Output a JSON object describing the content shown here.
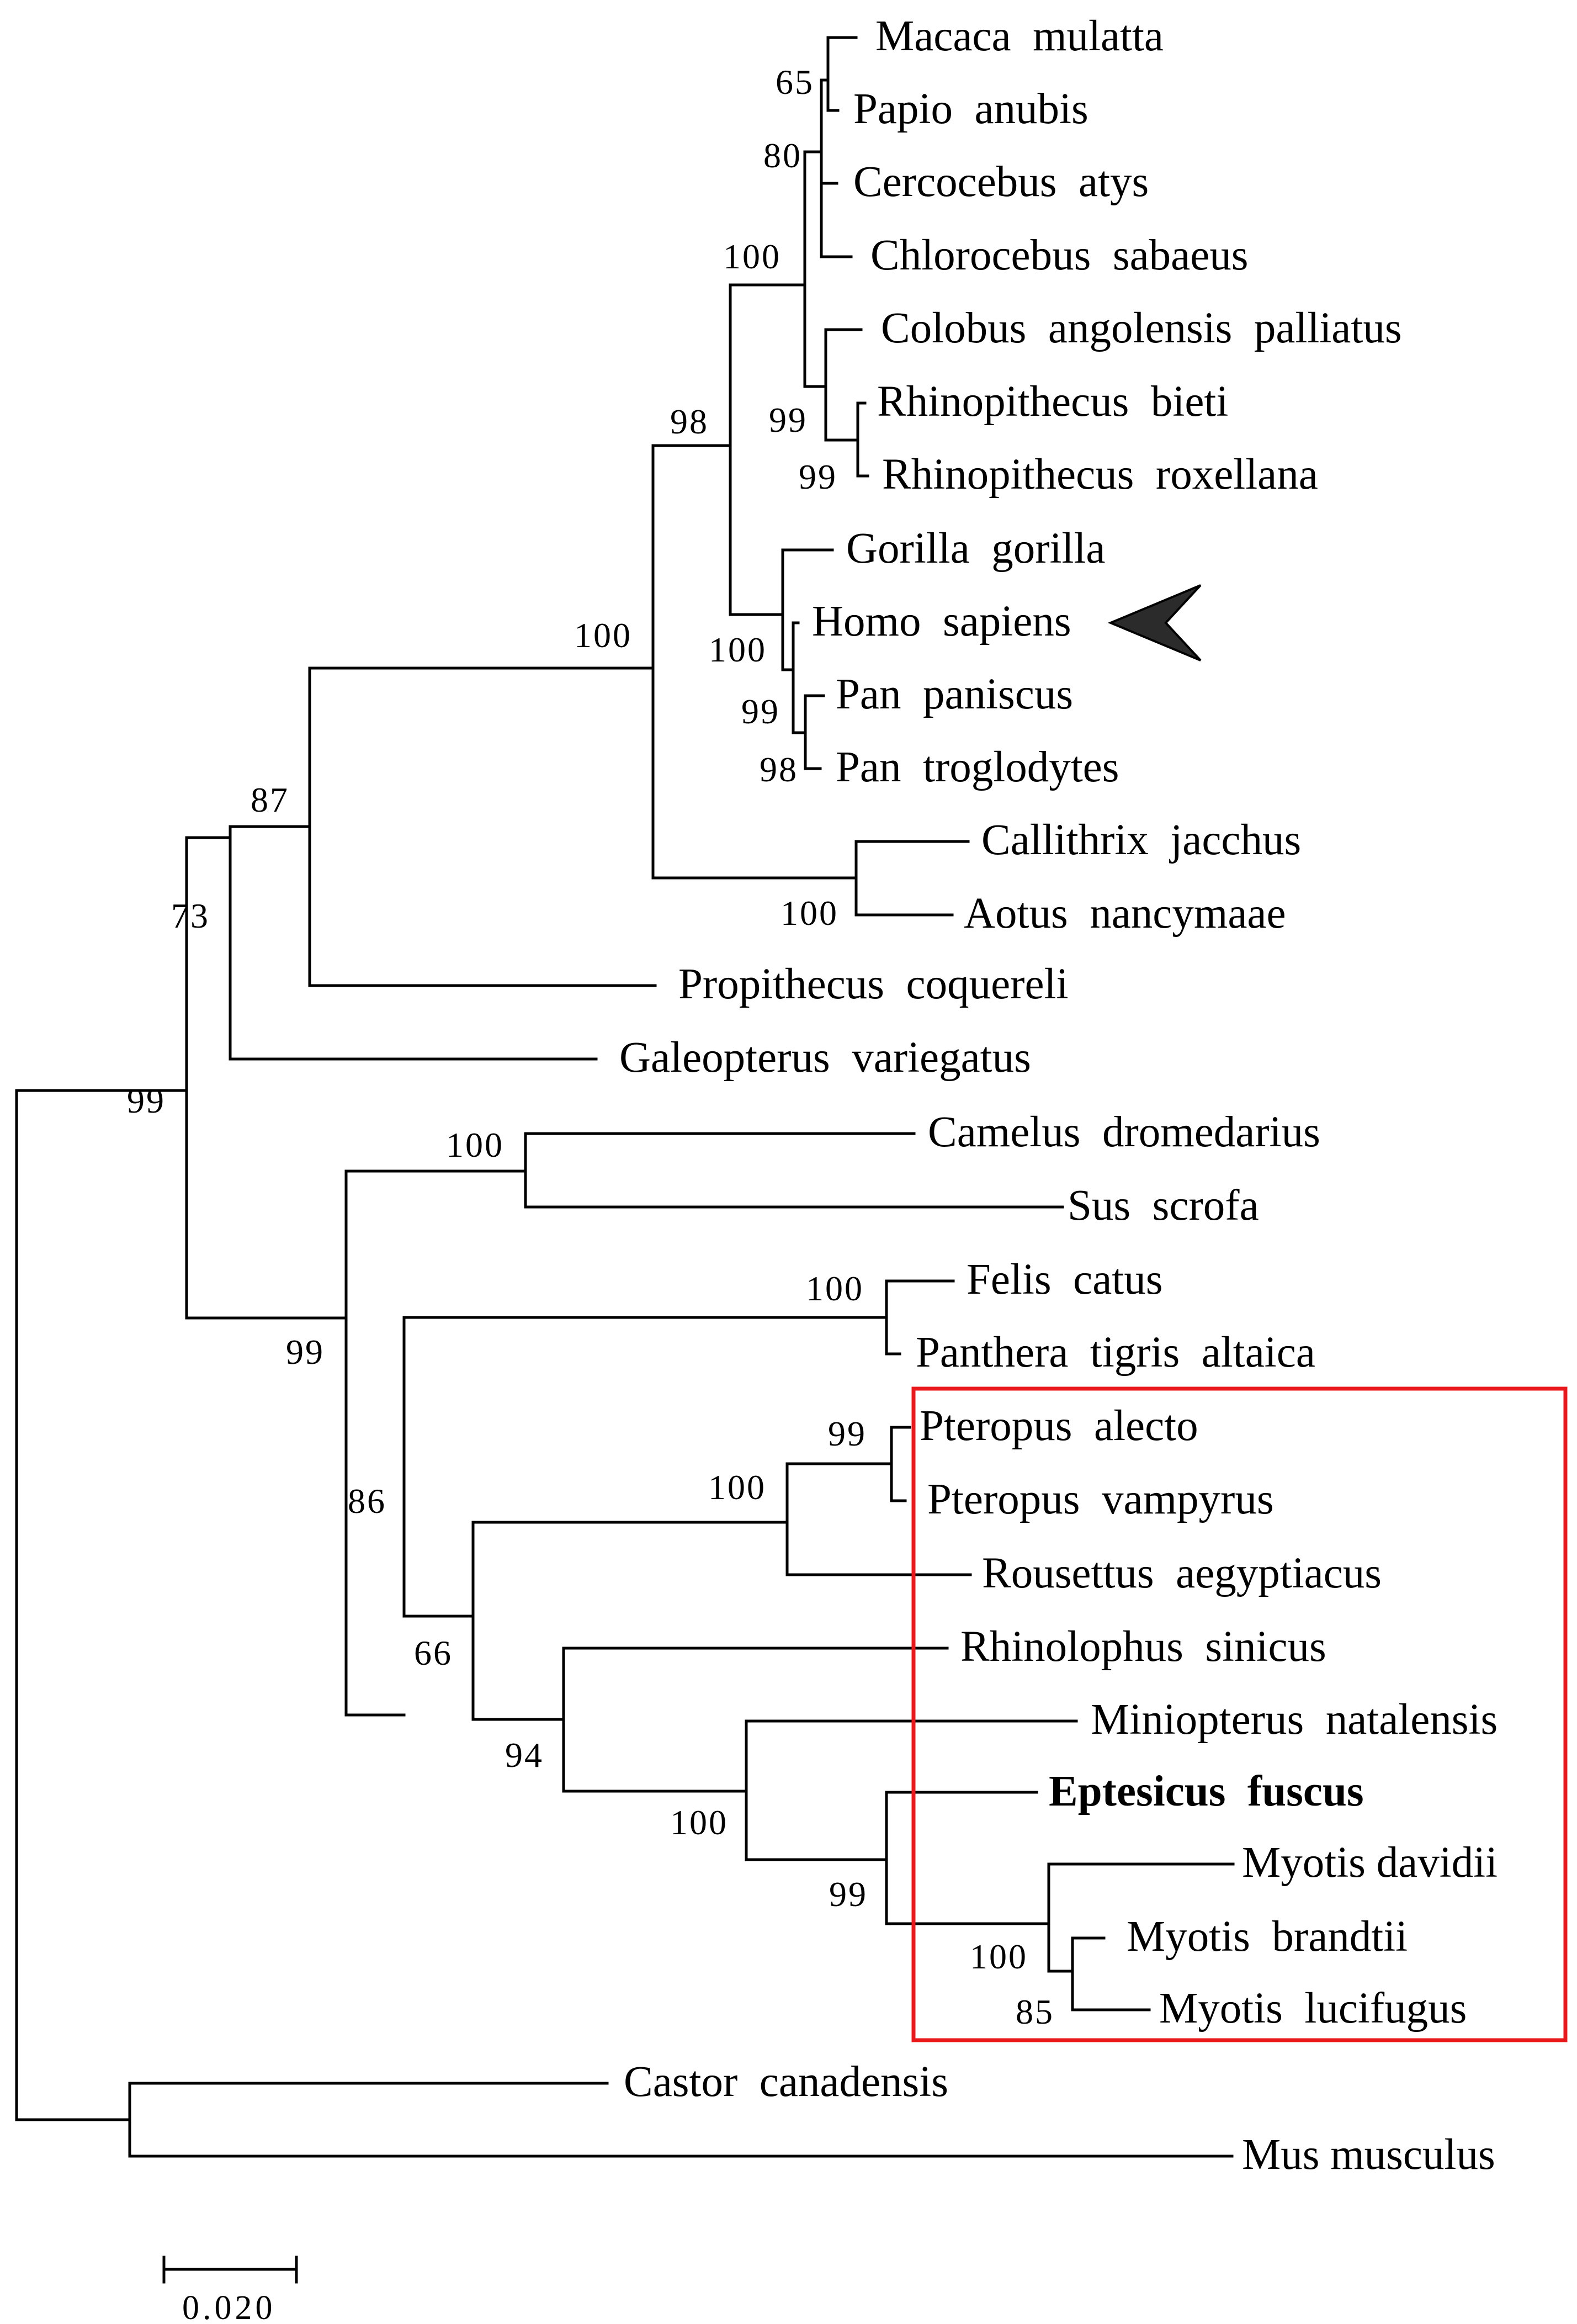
{
  "tree": {
    "taxa": [
      {
        "id": "macaca",
        "label": "Macaca  mulatta",
        "bold": false
      },
      {
        "id": "papio",
        "label": "Papio  anubis",
        "bold": false
      },
      {
        "id": "cercocebus",
        "label": "Cercocebus  atys",
        "bold": false
      },
      {
        "id": "chlorocebus",
        "label": "Chlorocebus  sabaeus",
        "bold": false
      },
      {
        "id": "colobus",
        "label": "Colobus  angolensis  palliatus",
        "bold": false
      },
      {
        "id": "rbieti",
        "label": "Rhinopithecus  bieti",
        "bold": false
      },
      {
        "id": "rroxellana",
        "label": "Rhinopithecus  roxellana",
        "bold": false
      },
      {
        "id": "gorilla",
        "label": "Gorilla  gorilla",
        "bold": false
      },
      {
        "id": "homo",
        "label": "Homo  sapiens",
        "bold": false
      },
      {
        "id": "ppaniscus",
        "label": "Pan  paniscus",
        "bold": false
      },
      {
        "id": "ptroglodytes",
        "label": "Pan  troglodytes",
        "bold": false
      },
      {
        "id": "callithrix",
        "label": "Callithrix  jacchus",
        "bold": false
      },
      {
        "id": "aotus",
        "label": "Aotus  nancymaae",
        "bold": false
      },
      {
        "id": "propithecus",
        "label": "Propithecus  coquereli",
        "bold": false
      },
      {
        "id": "galeopterus",
        "label": "Galeopterus  variegatus",
        "bold": false
      },
      {
        "id": "camelus",
        "label": "Camelus  dromedarius",
        "bold": false
      },
      {
        "id": "sus",
        "label": "Sus  scrofa",
        "bold": false
      },
      {
        "id": "felis",
        "label": "Felis  catus",
        "bold": false
      },
      {
        "id": "panthera",
        "label": "Panthera  tigris  altaica",
        "bold": false
      },
      {
        "id": "palecto",
        "label": "Pteropus  alecto",
        "bold": false
      },
      {
        "id": "pvampyrus",
        "label": "Pteropus  vampyrus",
        "bold": false
      },
      {
        "id": "rousettus",
        "label": "Rousettus  aegyptiacus",
        "bold": false
      },
      {
        "id": "rhinolophus",
        "label": "Rhinolophus  sinicus",
        "bold": false
      },
      {
        "id": "miniopterus",
        "label": "Miniopterus  natalensis",
        "bold": false
      },
      {
        "id": "eptesicus",
        "label": "Eptesicus  fuscus",
        "bold": true
      },
      {
        "id": "mdavidii",
        "label": "Myotis davidii",
        "bold": false
      },
      {
        "id": "mbrandtii",
        "label": "Myotis  brandtii",
        "bold": false
      },
      {
        "id": "mlucifugus",
        "label": "Myotis  lucifugus",
        "bold": false
      },
      {
        "id": "castor",
        "label": "Castor  canadensis",
        "bold": false
      },
      {
        "id": "mus",
        "label": "Mus musculus",
        "bold": false
      }
    ],
    "support_values": [
      {
        "node": "macaca-papio",
        "value": "65"
      },
      {
        "node": "papionini",
        "value": "80"
      },
      {
        "node": "cercopithecinae",
        "value": "100"
      },
      {
        "node": "colobinae",
        "value": "99"
      },
      {
        "node": "rhinopithecus",
        "value": "99"
      },
      {
        "node": "catarrhini",
        "value": "98"
      },
      {
        "node": "hominidae",
        "value": "100"
      },
      {
        "node": "pan",
        "value": "99"
      },
      {
        "node": "pan-inner",
        "value": "98"
      },
      {
        "node": "platyrrhini",
        "value": "100"
      },
      {
        "node": "anthropoidea",
        "value": "100"
      },
      {
        "node": "primates",
        "value": "87"
      },
      {
        "node": "primatomorpha",
        "value": "73"
      },
      {
        "node": "root-main",
        "value": "99"
      },
      {
        "node": "cetartiodactyla",
        "value": "100"
      },
      {
        "node": "laurasiatheria",
        "value": "99"
      },
      {
        "node": "felidae",
        "value": "100"
      },
      {
        "node": "carnivora-chiroptera",
        "value": "86"
      },
      {
        "node": "pteropus",
        "value": "99"
      },
      {
        "node": "pteropodidae",
        "value": "100"
      },
      {
        "node": "chiroptera",
        "value": "66"
      },
      {
        "node": "yangochiroptera",
        "value": "94"
      },
      {
        "node": "vespertilionoidea",
        "value": "100"
      },
      {
        "node": "vespertilionidae",
        "value": "99"
      },
      {
        "node": "myotis",
        "value": "100"
      },
      {
        "node": "myotis-inner",
        "value": "85"
      }
    ],
    "highlight": {
      "clade": "Chiroptera",
      "color": "#e8191c"
    },
    "marker": {
      "target": "Homo  sapiens",
      "color": "#2b2b2b"
    },
    "scale_bar": {
      "label": "0.020"
    }
  }
}
